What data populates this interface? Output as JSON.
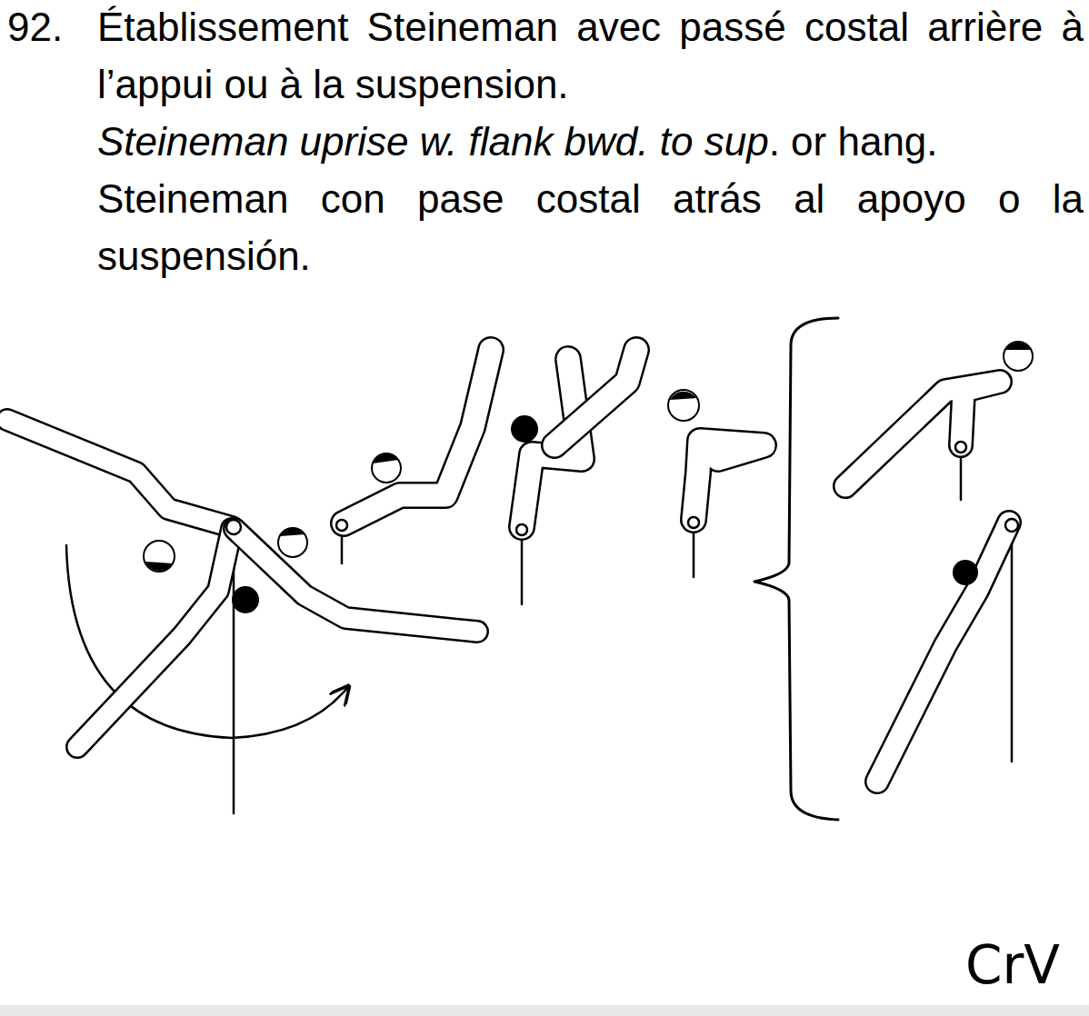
{
  "diagram": {
    "title": "Établissement Steineman avec passé costal arrière à l’appui ou à la suspension.",
    "labels": [
      "92.",
      "Steineman uprise w. flank bwd. to sup",
      ". or hang.",
      "Steineman con pase costal atrás al apoyo o la suspensión.",
      "CrV"
    ]
  }
}
